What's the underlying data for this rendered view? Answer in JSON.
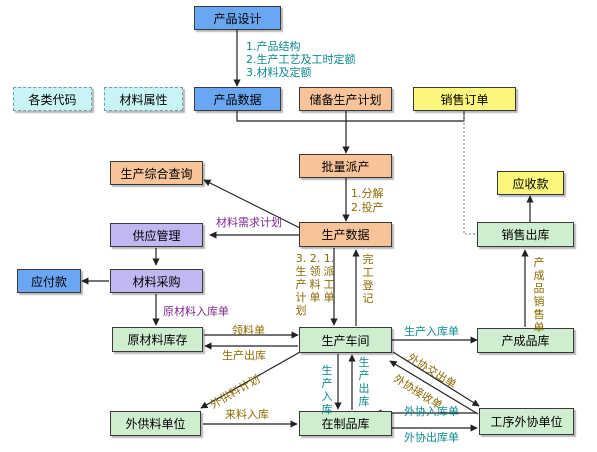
{
  "nodes": {
    "product_design": "产品设计",
    "category_code": "各类代码",
    "material_attr": "材料属性",
    "product_data": "产品数据",
    "stock_plan": "储备生产计划",
    "sales_order": "销售订单",
    "batch_dispatch": "批量派产",
    "receivable": "应收款",
    "prod_query": "生产综合查询",
    "prod_data": "生产数据",
    "sales_out": "销售出库",
    "supply_mgmt": "供应管理",
    "payable": "应付款",
    "purchase": "材料采购",
    "raw_stock": "原材料库存",
    "workshop": "生产车间",
    "finished_stock": "产成品库",
    "outsource_supplier": "外供料单位",
    "wip_stock": "在制品库",
    "process_outsource": "工序外协单位"
  },
  "edge_labels": {
    "design_notes": [
      "1.产品结构",
      "2.生产工艺及工时定额",
      "3.材料及定额"
    ],
    "dispatch_notes": [
      "1.分解",
      "2.投产"
    ],
    "material_plan": "材料需求计划",
    "raw_in": "原材料入库单",
    "orders_v": [
      "1.派工单",
      "2.领料单",
      "3.生产计划"
    ],
    "completion": "完工登记",
    "product_in_label": "产成品销售单",
    "material_pick": "领料单",
    "prod_out": "生产出库",
    "prod_in": "生产入库单",
    "supply_plan": "外供料计划",
    "incoming": "来料入库",
    "wip_in": "生产入库",
    "wip_out": "生产出库",
    "outsource_delivery": "外协交出单",
    "outsource_receipt": "外协接收单",
    "outsource_in": "外协入库单",
    "outsource_out": "外协出库单"
  }
}
